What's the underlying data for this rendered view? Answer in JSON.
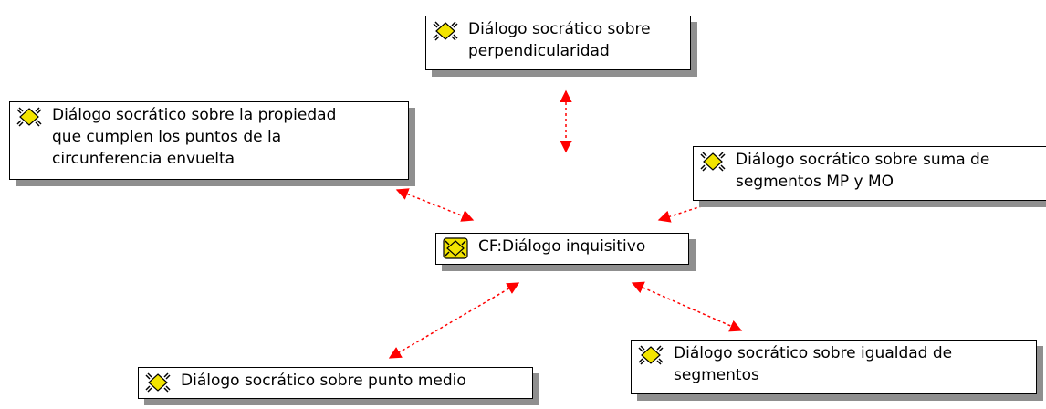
{
  "center": {
    "label": "CF:Diálogo inquisitivo",
    "icon": "code-family-icon"
  },
  "nodes": [
    {
      "label": "Diálogo socrático sobre\nperpendicularidad",
      "icon": "code-icon"
    },
    {
      "label": "Diálogo socrático sobre la propiedad\nque cumplen los puntos de la\ncircunferencia envuelta",
      "icon": "code-icon"
    },
    {
      "label": "Diálogo socrático sobre suma de\nsegmentos MP y MO",
      "icon": "code-icon"
    },
    {
      "label": "Diálogo socrático sobre punto medio",
      "icon": "code-icon"
    },
    {
      "label": "Diálogo socrático sobre igualdad de\nsegmentos",
      "icon": "code-icon"
    }
  ],
  "colors": {
    "link": "#ff0000",
    "icon_fill": "#f2e400",
    "shadow": "#8f8f8f"
  }
}
